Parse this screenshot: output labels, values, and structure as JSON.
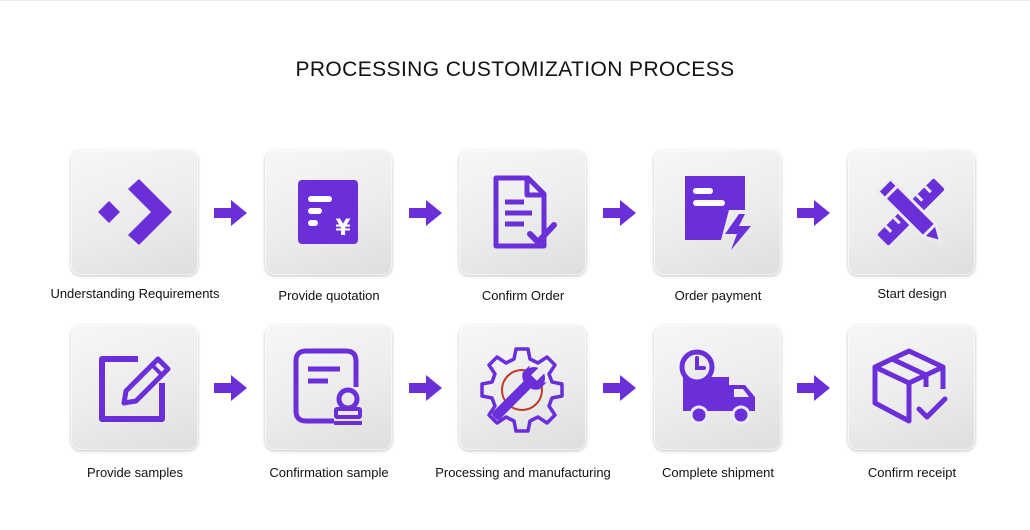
{
  "title": "PROCESSING CUSTOMIZATION PROCESS",
  "accent_color": "#6b2fd9",
  "steps_row1": [
    {
      "label": "Understanding Requirements",
      "icon": "double-chevron-right-icon"
    },
    {
      "label": "Provide quotation",
      "icon": "yen-quotation-document-icon"
    },
    {
      "label": "Confirm Order",
      "icon": "document-checkmark-icon"
    },
    {
      "label": "Order payment",
      "icon": "payment-lightning-icon"
    },
    {
      "label": "Start design",
      "icon": "pencil-ruler-icon"
    }
  ],
  "steps_row2": [
    {
      "label": "Provide samples",
      "icon": "edit-pencil-icon"
    },
    {
      "label": "Confirmation sample",
      "icon": "document-stamp-icon"
    },
    {
      "label": "Processing and manufacturing",
      "icon": "gear-wrench-icon"
    },
    {
      "label": "Complete shipment",
      "icon": "delivery-truck-clock-icon"
    },
    {
      "label": "Confirm receipt",
      "icon": "package-checkmark-icon"
    }
  ]
}
